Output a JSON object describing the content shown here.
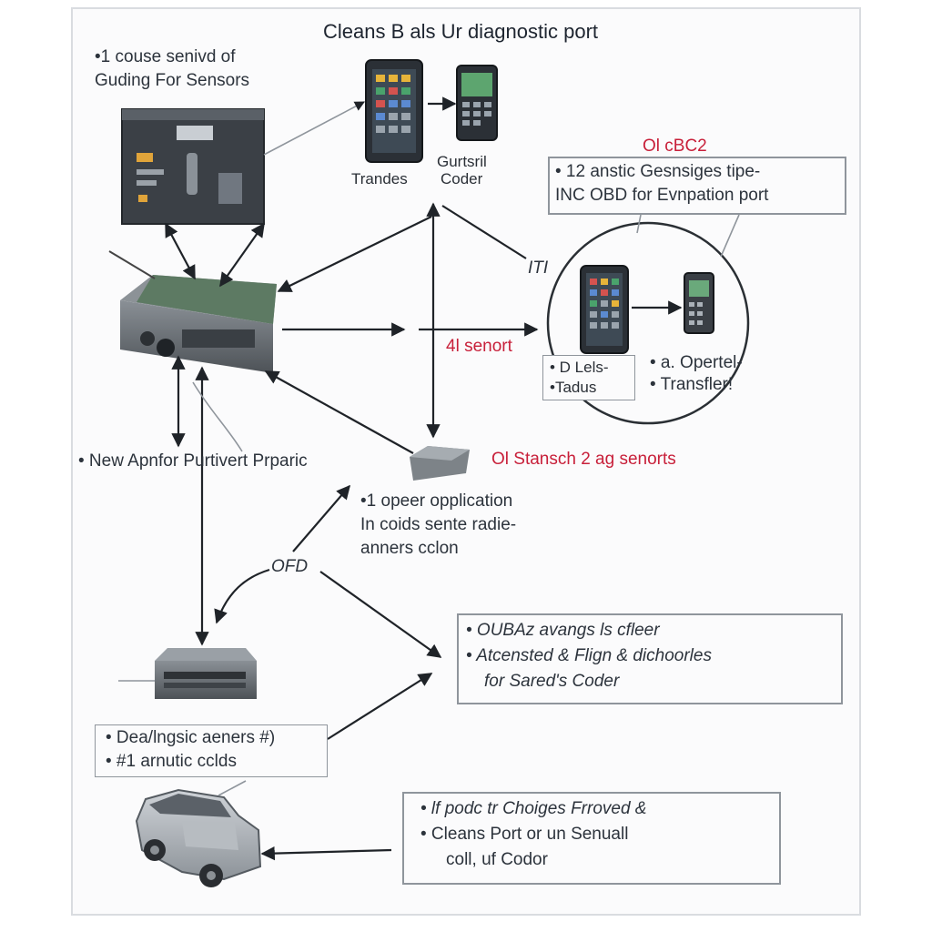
{
  "title": "Cleans B als Ur diagnostic port",
  "top_left_label": {
    "line1": "•1 couse senivd of",
    "line2": "Guding For Sensors"
  },
  "tablet_labels": {
    "left": "Trandes",
    "right_line1": "Gurtsril",
    "right_line2": "Coder"
  },
  "obd_label": "Ol cBC2",
  "obd_box": {
    "line1": "• 12 anstic Gesnsiges tipe-",
    "line2": "INC OBD for Evnpation port"
  },
  "circle_label": "ITI",
  "sensor_label": "4l senort",
  "circle_left_label": {
    "line1": "• D Lels-",
    "line2": "•Tadus"
  },
  "circle_right_label": {
    "line1": "• a. Opertel-",
    "line2": "• Transfler!"
  },
  "new_label": "• New Apnfor Purtivert Prparic",
  "stansch_label": "Ol Stansch 2 ag senorts",
  "opper_label": {
    "line1": "•1 opeer opplication",
    "line2": "In coids sente radie-",
    "line3": "anners cclon"
  },
  "ofd_label": "OFD",
  "right_box1": {
    "line1": "• OUBAz avangs ls cfleer",
    "line2": "• Atcensted & Flign & dichoorles",
    "line3": "for Sared's Coder"
  },
  "dea_box": {
    "line1": "• Dea/lngsic aeners #)",
    "line2": "• #1 arnutic cclds"
  },
  "right_box2": {
    "line1": "• lf podc tr Choiges Frroved &",
    "line2": "• Cleans Port or un Senuall",
    "line3": "coll, uf Codor"
  },
  "colors": {
    "accent_red": "#c8203a",
    "line": "#1f2328",
    "device_gray": "#6e7378"
  }
}
